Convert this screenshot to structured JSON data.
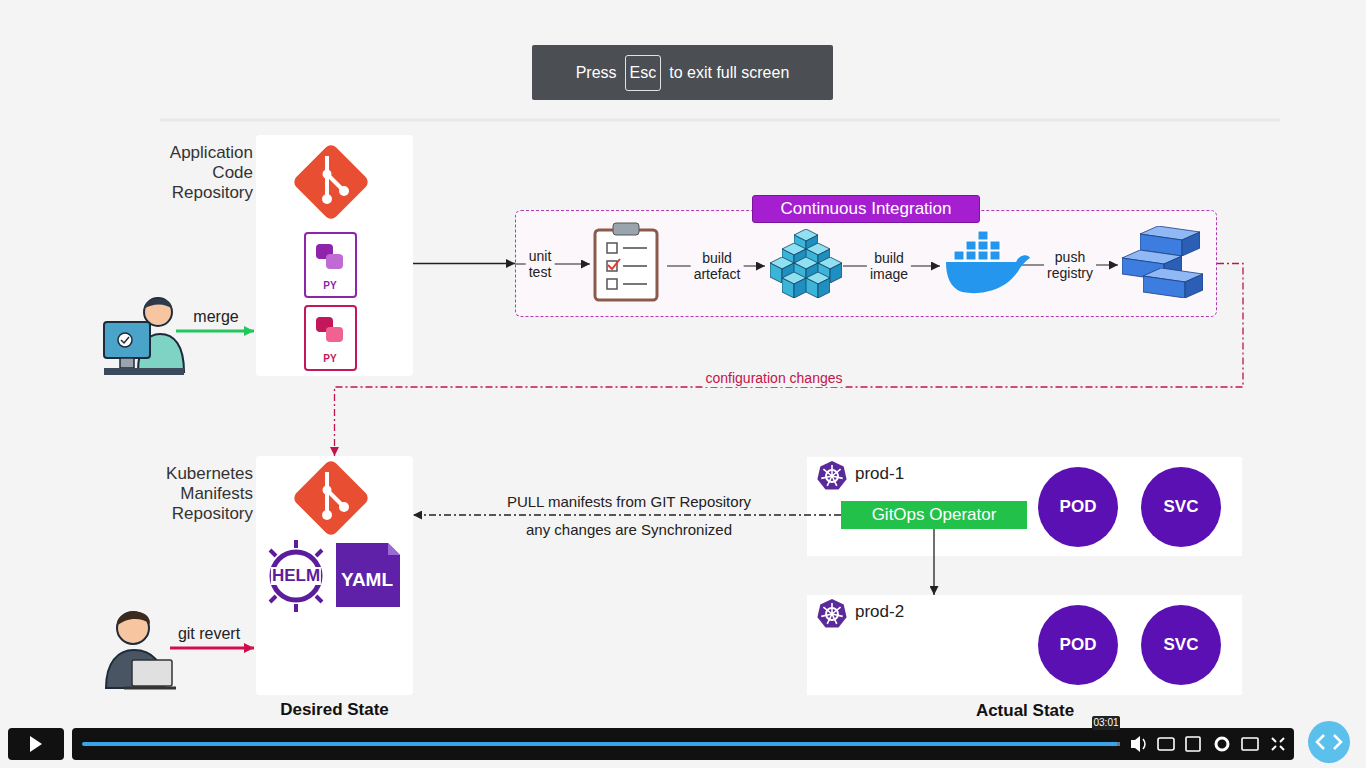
{
  "diagram": {
    "nodes": [
      {
        "text": [
          "Press",
          "to exit full screen"
        ]
      },
      {
        "text": [
          "Esc"
        ],
        "in": 0
      },
      {
        "text": [
          "Application Code Repository"
        ]
      },
      {
        "text": [
          "Continuous Integration"
        ]
      },
      {
        "text": [
          "Kubernetes Manifests Repository",
          "Desired State"
        ]
      },
      {
        "text": [
          "prod-1"
        ]
      },
      {
        "text": [
          "GitOps Operator"
        ],
        "in": 5
      },
      {
        "text": [
          "POD"
        ],
        "in": 5
      },
      {
        "text": [
          "SVC"
        ],
        "in": 5
      },
      {
        "text": [
          "prod-2"
        ]
      },
      {
        "text": [
          "POD"
        ],
        "in": 9
      },
      {
        "text": [
          "SVC"
        ],
        "in": 9
      }
    ],
    "edges": [
      {
        "from": 2,
        "to": 3,
        "arrow": "to"
      },
      {
        "from": 3,
        "to": 4,
        "label": "configuration changes",
        "arrow": "to"
      },
      {
        "from": 6,
        "to": 4,
        "label": "PULL manifests from GIT Repository",
        "arrow": "to"
      },
      {
        "from": 6,
        "to": 9,
        "arrow": "to"
      }
    ],
    "labels": [
      "unit test",
      "build artefact",
      "build image",
      "push registry",
      "merge",
      "git revert",
      "HELM",
      "YAML",
      "PY",
      "PY",
      "any changes are Synchronized",
      "Actual State",
      "03:01"
    ]
  }
}
